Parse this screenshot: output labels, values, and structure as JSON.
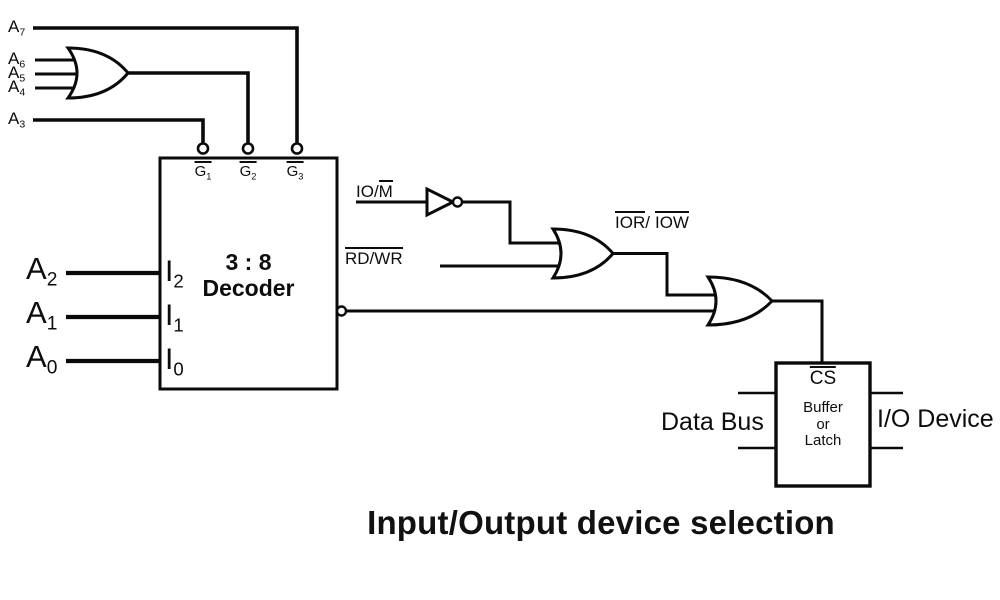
{
  "title": "Input/Output device selection",
  "colors": {
    "ink": "#0a0a0a",
    "bg": "#ffffff"
  },
  "address_top": [
    {
      "base": "A",
      "sub": "7"
    },
    {
      "base": "A",
      "sub": "6"
    },
    {
      "base": "A",
      "sub": "5"
    },
    {
      "base": "A",
      "sub": "4"
    },
    {
      "base": "A",
      "sub": "3"
    }
  ],
  "address_left": [
    {
      "base": "A",
      "sub": "2"
    },
    {
      "base": "A",
      "sub": "1"
    },
    {
      "base": "A",
      "sub": "0"
    }
  ],
  "decoder": {
    "enables": [
      {
        "base": "G",
        "sub": "1"
      },
      {
        "base": "G",
        "sub": "2"
      },
      {
        "base": "G",
        "sub": "3"
      }
    ],
    "inputs": [
      {
        "base": "I",
        "sub": "2"
      },
      {
        "base": "I",
        "sub": "1"
      },
      {
        "base": "I",
        "sub": "0"
      }
    ],
    "name_line1": "3 : 8",
    "name_line2": "Decoder"
  },
  "signals": {
    "io_m": {
      "plain": "IO/",
      "barred": "M"
    },
    "rd_wr": {
      "barred": "RD/WR"
    },
    "ior_iow": {
      "barred1": "IOR",
      "slash": "/",
      "barred2": "IOW"
    }
  },
  "buffer": {
    "chip_select": "CS",
    "line1": "Buffer",
    "line2": "or",
    "line3": "Latch"
  },
  "data_bus_label": "Data Bus",
  "io_device_label": "I/O Device"
}
